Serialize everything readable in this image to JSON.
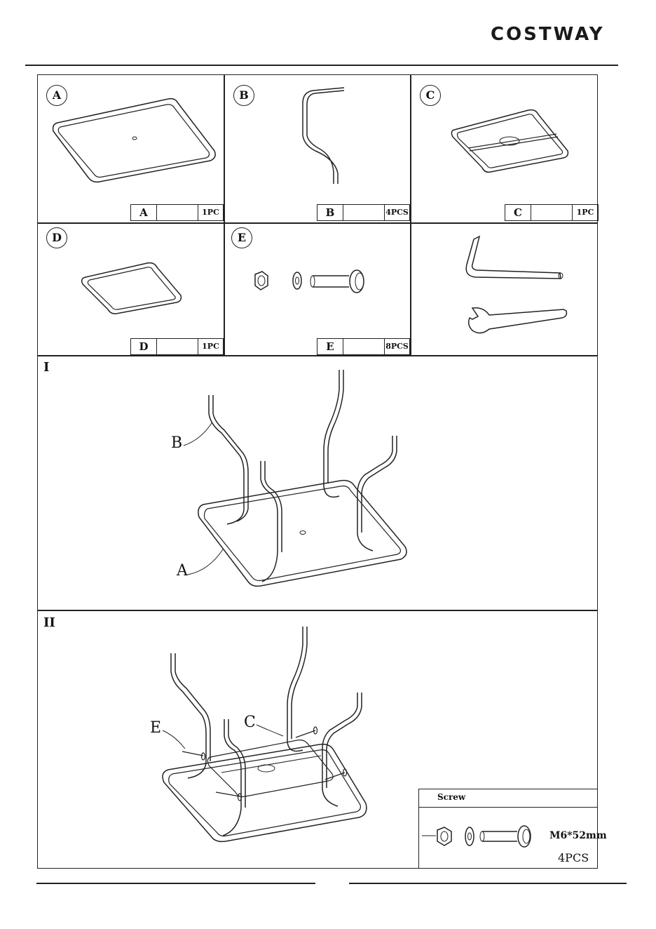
{
  "brand": "COSTWAY",
  "parts": [
    {
      "letter": "A",
      "qty": "1PC"
    },
    {
      "letter": "B",
      "qty": "4PCS"
    },
    {
      "letter": "C",
      "qty": "1PC"
    },
    {
      "letter": "D",
      "qty": "1PC"
    },
    {
      "letter": "E",
      "qty": "8PCS"
    }
  ],
  "steps": {
    "one": {
      "label": "I",
      "callout_b": "B",
      "callout_a": "A"
    },
    "two": {
      "label": "II",
      "callout_e": "E",
      "callout_c": "C"
    }
  },
  "screw_box": {
    "title": "Screw",
    "spec": "M6*52mm",
    "qty": "4PCS"
  }
}
